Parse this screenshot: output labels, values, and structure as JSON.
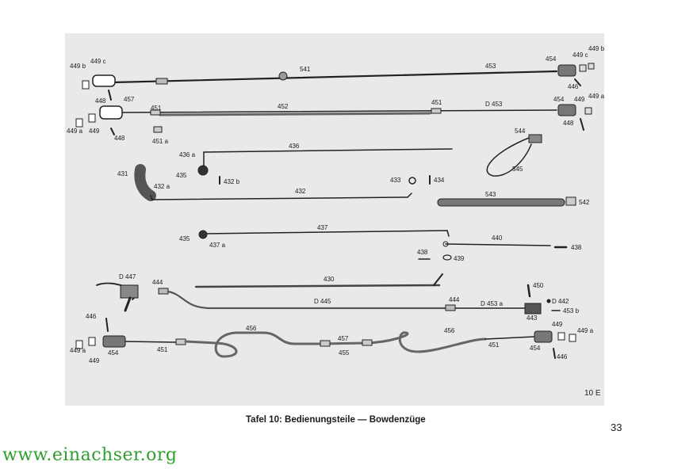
{
  "caption": {
    "plate_label": "Tafel 10:",
    "title": "Bedienungsteile — Bowdenzüge"
  },
  "page_number": "33",
  "plate_code": "10 E",
  "watermark": "www.einachser.org",
  "part_labels": {
    "l_449b_a": "449 b",
    "l_449c_a": "449 c",
    "l_541": "541",
    "l_453_a": "453",
    "l_454_a": "454",
    "l_449c_b": "449 c",
    "l_449b_b": "449 b",
    "l_446_a": "446",
    "l_448_a": "448",
    "l_457": "457",
    "l_451_a": "451",
    "l_452": "452",
    "l_451_b": "451",
    "l_d453": "D 453",
    "l_454_b": "454",
    "l_449_a": "449",
    "l_449a_a": "449 a",
    "l_448_b": "448",
    "l_449a_b": "449 a",
    "l_449_b": "449",
    "l_448_c": "448",
    "l_451a": "451 a",
    "l_544": "544",
    "l_545": "545",
    "l_436": "436",
    "l_436a": "436 a",
    "l_435_a": "435",
    "l_432b": "432 b",
    "l_433": "433",
    "l_434": "434",
    "l_431": "431",
    "l_432a": "432 a",
    "l_432": "432",
    "l_543": "543",
    "l_542": "542",
    "l_437": "437",
    "l_435_b": "435",
    "l_437a": "437 a",
    "l_440": "440",
    "l_438_a": "438",
    "l_438_b": "438",
    "l_439": "439",
    "l_d447": "D 447",
    "l_444_a": "444",
    "l_430": "430",
    "l_450": "450",
    "l_d445": "D 445",
    "l_444_b": "444",
    "l_d453a": "D 453 a",
    "l_d442": "D 442",
    "l_443": "443",
    "l_453b": "453 b",
    "l_446_b": "446",
    "l_456_a": "456",
    "l_457_b": "457",
    "l_456_b": "456",
    "l_449_c": "449",
    "l_449a_c": "449 a",
    "l_449a_d": "449 a",
    "l_449_d": "449",
    "l_454_c": "454",
    "l_451_c": "451",
    "l_455": "455",
    "l_451_d": "451",
    "l_454_d": "454",
    "l_446_c": "446"
  }
}
